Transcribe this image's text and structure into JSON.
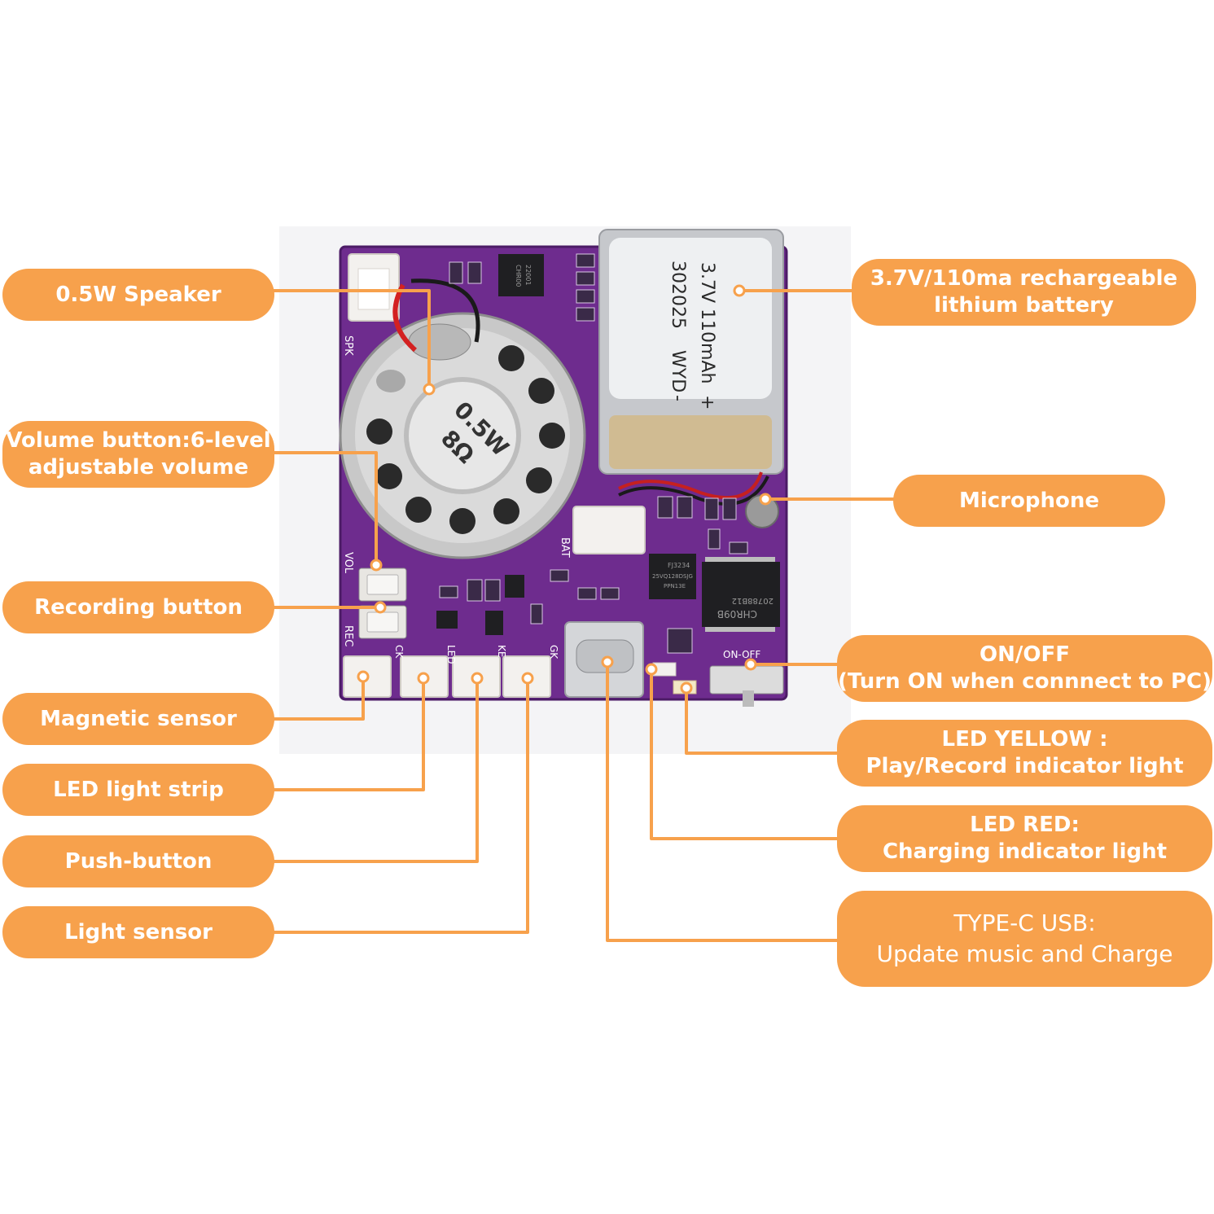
{
  "board": {
    "silkscreen": {
      "spk": "SPK",
      "vol": "VOL",
      "rec": "REC",
      "ck": "CK",
      "led": "LED",
      "ke": "KE",
      "gk": "GK",
      "bat": "BAT",
      "on_off": "ON-OFF"
    },
    "speaker_marking": {
      "line1": "0.5W",
      "line2": "8Ω"
    },
    "battery_marking": {
      "line1": "302025",
      "line2": "3.7V 110mAh",
      "line3": "WYD",
      "minus": "-",
      "plus": "+"
    },
    "chip_markings": {
      "main_ic": "CHR09B",
      "main_ic_code": "20788B12",
      "flash": "FJ3234",
      "flash_code": "25VQ128DSJG",
      "flash_code2": "PPN13E",
      "amp": "CHR00",
      "amp_code": "22001"
    }
  },
  "callouts_left": [
    {
      "lines": [
        "0.5W Speaker"
      ]
    },
    {
      "lines": [
        "Volume button:6-level",
        "adjustable volume"
      ]
    },
    {
      "lines": [
        "Recording button"
      ]
    },
    {
      "lines": [
        "Magnetic sensor"
      ]
    },
    {
      "lines": [
        "LED light strip"
      ]
    },
    {
      "lines": [
        "Push-button"
      ]
    },
    {
      "lines": [
        "Light sensor"
      ]
    }
  ],
  "callouts_right": [
    {
      "lines": [
        "3.7V/110ma rechargeable",
        "lithium battery"
      ]
    },
    {
      "lines": [
        "Microphone"
      ]
    },
    {
      "lines": [
        "ON/OFF",
        "(Turn ON when connnect to PC)"
      ]
    },
    {
      "lines": [
        "LED YELLOW :",
        "Play/Record indicator light"
      ]
    },
    {
      "lines": [
        "LED RED:",
        "Charging indicator light"
      ]
    },
    {
      "lines": [
        "TYPE-C USB:",
        "Update music and Charge"
      ]
    }
  ],
  "colors": {
    "accent": "#f7a14c",
    "pcb": "#6e2c8e",
    "label_text": "#ffffff",
    "background": "#ffffff"
  }
}
